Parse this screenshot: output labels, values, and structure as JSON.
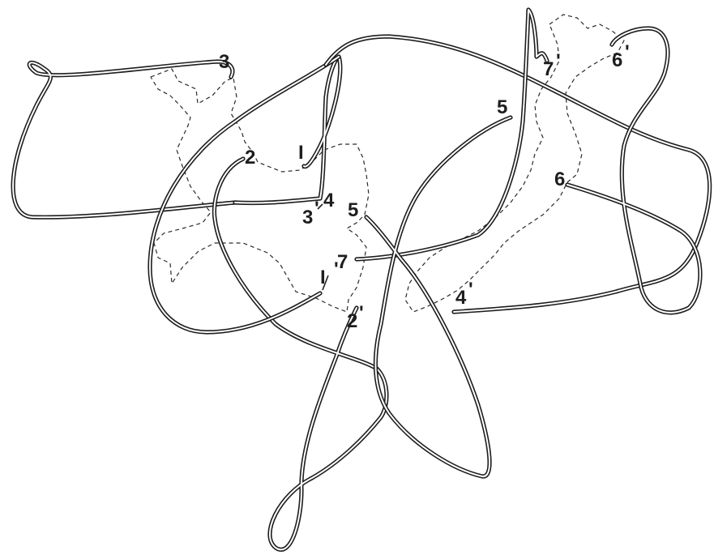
{
  "colors": {
    "strand": "#1e1e1e",
    "dashed": "#2a2a2a",
    "background": "#ffffff"
  },
  "labels": {
    "l3_top": "3",
    "l2": "2",
    "l1": "I",
    "l4": "4",
    "l3b": "3",
    "l5c": "5",
    "l1p": "I",
    "l7c": "7",
    "l2p": "2",
    "l5r": "5",
    "l7p": "7",
    "l6p": "6",
    "l6r": "6",
    "l4p": "4"
  }
}
